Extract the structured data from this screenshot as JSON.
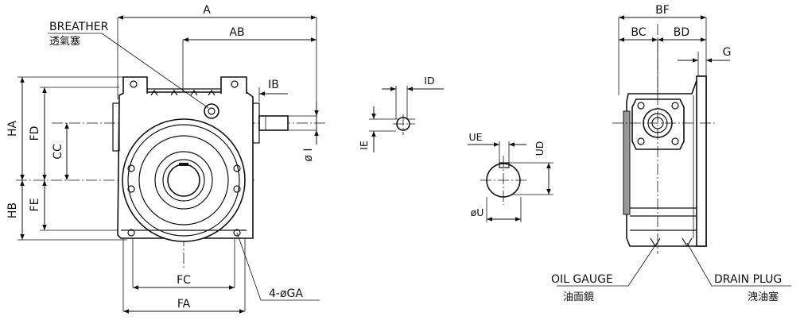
{
  "drawing": {
    "labels": {
      "A": "A",
      "AB": "AB",
      "IB": "IB",
      "HA": "HA",
      "FD": "FD",
      "CC": "CC",
      "HB": "HB",
      "FE": "FE",
      "I": "ø I",
      "FC": "FC",
      "FA": "FA",
      "GA": "4-øGA",
      "ID": "ID",
      "IE": "IE",
      "UE": "UE",
      "UD": "UD",
      "U": "øU",
      "BF": "BF",
      "BC": "BC",
      "BD": "BD",
      "G": "G"
    },
    "callouts": {
      "breather_en": "BREATHER",
      "breather_zh": "透氣塞",
      "oil_gauge_en": "OIL GAUGE",
      "oil_gauge_zh": "油面鏡",
      "drain_plug_en": "DRAIN PLUG",
      "drain_plug_zh": "洩油塞"
    }
  }
}
